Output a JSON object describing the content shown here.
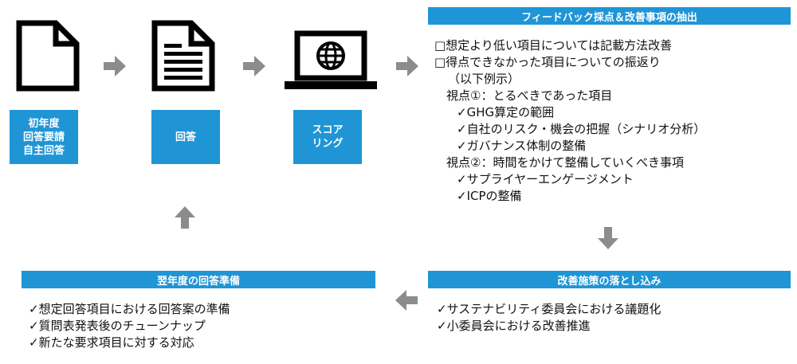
{
  "colors": {
    "accent": "#1f95d6",
    "arrow": "#8c8c8c",
    "icon": "#000000"
  },
  "steps": {
    "step1": {
      "label_lines": [
        "初年度",
        "回答要請",
        "自主回答"
      ],
      "icon": "blank-document-icon"
    },
    "step2": {
      "label": "回答",
      "icon": "text-document-icon"
    },
    "step3": {
      "label_lines": [
        "スコア",
        "リング"
      ],
      "icon": "laptop-globe-icon"
    }
  },
  "feedback": {
    "header": "フィードバック採点＆改善事項の抽出",
    "lines": [
      "□想定より低い項目については記載方法改善",
      "□得点できなかった項目についての振返り",
      "（以下例示）",
      "視点①：とるべきであった項目",
      "✓GHG算定の範囲",
      "✓自社のリスク・機会の把握（シナリオ分析）",
      "✓ガバナンス体制の整備",
      "視点②：時間をかけて整備していくべき事項",
      "✓サプライヤーエンゲージメント",
      "✓ICPの整備"
    ]
  },
  "improvement": {
    "header": "改善施策の落とし込み",
    "lines": [
      "✓サステナビリティ委員会における議題化",
      "✓小委員会における改善推進"
    ]
  },
  "next_year": {
    "header": "翌年度の回答準備",
    "lines": [
      "✓想定回答項目における回答案の準備",
      "✓質問表発表後のチューンナップ",
      "✓新たな要求項目に対する対応"
    ]
  }
}
